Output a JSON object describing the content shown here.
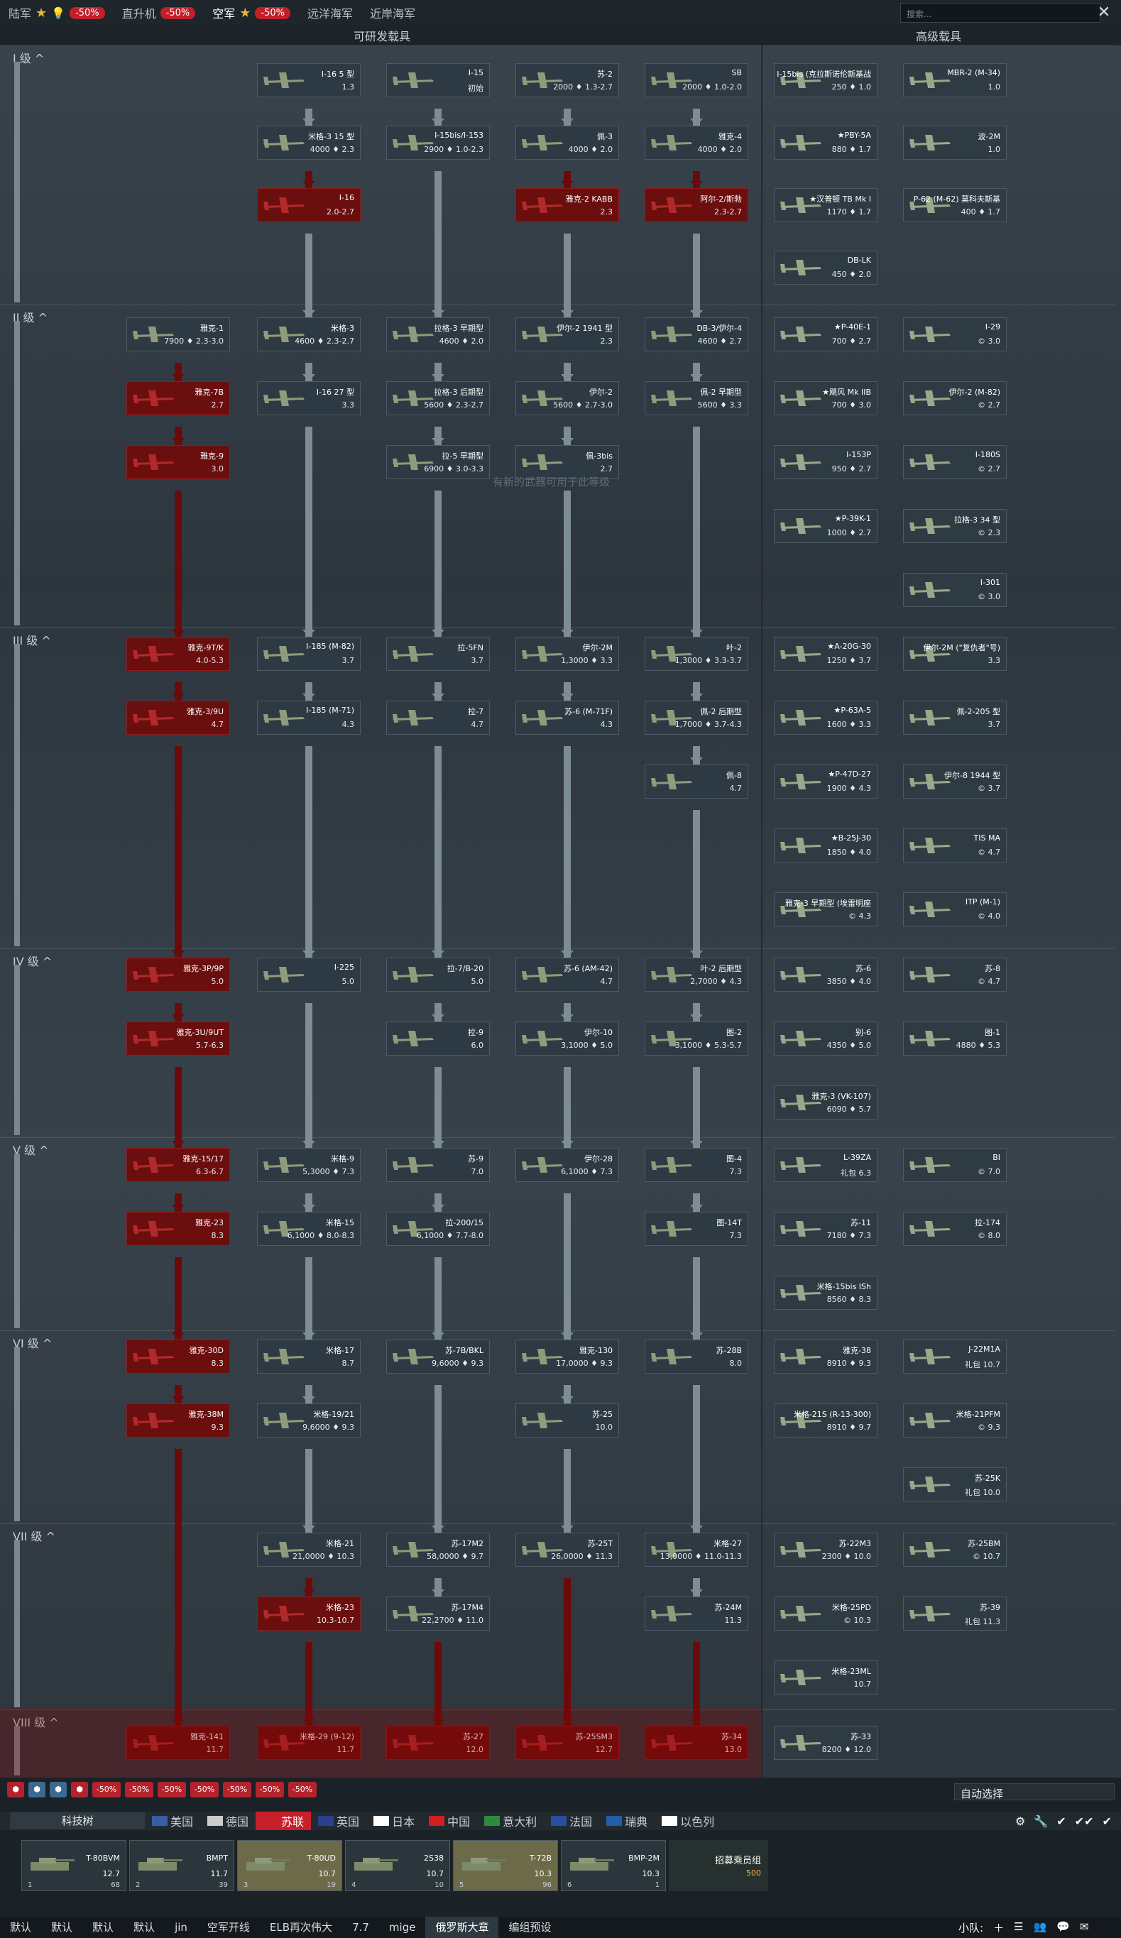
{
  "nav": {
    "tabs": [
      {
        "label": "陆军",
        "disc": "-50%"
      },
      {
        "label": "直升机",
        "disc": "-50%"
      },
      {
        "label": "空军",
        "disc": "-50%"
      },
      {
        "label": "远洋海军"
      },
      {
        "label": "近岸海军"
      }
    ],
    "search_placeholder": "搜索..."
  },
  "headers": {
    "researchable": "可研发载具",
    "premium": "高级载具"
  },
  "ranks": [
    "I 级",
    "II 级",
    "III 级",
    "IV 级",
    "V 级",
    "VI 级",
    "VII 级",
    "VIII 级"
  ],
  "watermark": "有新的武器可用于此等级",
  "vehicles": [
    {
      "name": "I-16 5 型",
      "br": "1.3"
    },
    {
      "name": "I-15",
      "br": "初始"
    },
    {
      "name": "苏-2",
      "br": "2000 ♦ 1.3-2.7"
    },
    {
      "name": "SB",
      "br": "2000 ♦ 1.0-2.0"
    },
    {
      "name": "I-15bis (克拉斯诺伦斯基战",
      "br": "250 ♦ 1.0"
    },
    {
      "name": "MBR-2 (M-34)",
      "br": "1.0"
    },
    {
      "name": "米格-3 15 型",
      "br": "4000 ♦ 2.3"
    },
    {
      "name": "I-15bis/I-153",
      "br": "2900 ♦ 1.0-2.3"
    },
    {
      "name": "佩-3",
      "br": "4000 ♦ 2.0"
    },
    {
      "name": "雅克-4",
      "br": "4000 ♦ 2.0"
    },
    {
      "name": "★PBY-5A",
      "br": "880 ♦ 1.7"
    },
    {
      "name": "波-2M",
      "br": "1.0"
    },
    {
      "name": "I-16",
      "br": "2.0-2.7"
    },
    {
      "name": "雅克-2 KABB",
      "br": "2.3"
    },
    {
      "name": "阿尔-2/斯勃",
      "br": "2.3-2.7"
    },
    {
      "name": "★汉普顿 TB Mk I",
      "br": "1170 ♦ 1.7"
    },
    {
      "name": "P-62 (M-62) 莫科夫斯基",
      "br": "400 ♦ 1.7"
    },
    {
      "name": "DB-LK",
      "br": "450 ♦ 2.0"
    },
    {
      "name": "雅克-1",
      "br": "7900 ♦ 2.3-3.0"
    },
    {
      "name": "米格-3",
      "br": "4600 ♦ 2.3-2.7"
    },
    {
      "name": "拉格-3 早期型",
      "br": "4600 ♦ 2.0"
    },
    {
      "name": "伊尔-2 1941 型",
      "br": "2.3"
    },
    {
      "name": "DB-3/伊尔-4",
      "br": "4600 ♦ 2.7"
    },
    {
      "name": "★P-40E-1",
      "br": "700 ♦ 2.7"
    },
    {
      "name": "I-29",
      "br": "© 3.0"
    },
    {
      "name": "雅克-7B",
      "br": "2.7"
    },
    {
      "name": "I-16 27 型",
      "br": "3.3"
    },
    {
      "name": "拉格-3 后期型",
      "br": "5600 ♦ 2.3-2.7"
    },
    {
      "name": "伊尔-2",
      "br": "5600 ♦ 2.7-3.0"
    },
    {
      "name": "佩-2 早期型",
      "br": "5600 ♦ 3.3"
    },
    {
      "name": "★飓风 Mk IIB",
      "br": "700 ♦ 3.0"
    },
    {
      "name": "伊尔-2 (M-82)",
      "br": "© 2.7"
    },
    {
      "name": "雅克-9",
      "br": "3.0"
    },
    {
      "name": "拉-5 早期型",
      "br": "6900 ♦ 3.0-3.3"
    },
    {
      "name": "佩-3bis",
      "br": "2.7"
    },
    {
      "name": "I-153P",
      "br": "950 ♦ 2.7"
    },
    {
      "name": "I-180S",
      "br": "© 2.7"
    },
    {
      "name": "★P-39K-1",
      "br": "1000 ♦ 2.7"
    },
    {
      "name": "拉格-3 34 型",
      "br": "© 2.3"
    },
    {
      "name": "I-301",
      "br": "© 3.0"
    },
    {
      "name": "雅克-9T/K",
      "br": "4.0-5.3"
    },
    {
      "name": "I-185 (M-82)",
      "br": "3.7"
    },
    {
      "name": "拉-5FN",
      "br": "3.7"
    },
    {
      "name": "伊尔-2M",
      "br": "1,3000 ♦ 3.3"
    },
    {
      "name": "叶-2",
      "br": "1,3000 ♦ 3.3-3.7"
    },
    {
      "name": "★A-20G-30",
      "br": "1250 ♦ 3.7"
    },
    {
      "name": "伊尔-2M (\"复仇者\"号)",
      "br": "3.3"
    },
    {
      "name": "雅克-3/9U",
      "br": "4.7"
    },
    {
      "name": "I-185 (M-71)",
      "br": "4.3"
    },
    {
      "name": "拉-7",
      "br": "4.7"
    },
    {
      "name": "苏-6 (M-71F)",
      "br": "4.3"
    },
    {
      "name": "佩-2 后期型",
      "br": "1,7000 ♦ 3.7-4.3"
    },
    {
      "name": "★P-63A-5",
      "br": "1600 ♦ 3.3"
    },
    {
      "name": "佩-2-205 型",
      "br": "3.7"
    },
    {
      "name": "佩-8",
      "br": "4.7"
    },
    {
      "name": "★P-47D-27",
      "br": "1900 ♦ 4.3"
    },
    {
      "name": "伊尔-8 1944 型",
      "br": "© 3.7"
    },
    {
      "name": "★B-25J-30",
      "br": "1850 ♦ 4.0"
    },
    {
      "name": "TIS MA",
      "br": "© 4.7"
    },
    {
      "name": "雅克-3 早期型 (埃雷明座",
      "br": "© 4.3"
    },
    {
      "name": "ITP (M-1)",
      "br": "© 4.0"
    },
    {
      "name": "雅克-3P/9P",
      "br": "5.0"
    },
    {
      "name": "I-225",
      "br": "5.0"
    },
    {
      "name": "拉-7/B-20",
      "br": "5.0"
    },
    {
      "name": "苏-6 (AM-42)",
      "br": "4.7"
    },
    {
      "name": "叶-2 后期型",
      "br": "2,7000 ♦ 4.3"
    },
    {
      "name": "苏-6",
      "br": "3850 ♦ 4.0"
    },
    {
      "name": "苏-8",
      "br": "© 4.7"
    },
    {
      "name": "雅克-3U/9UT",
      "br": "5.7-6.3"
    },
    {
      "name": "拉-9",
      "br": "6.0"
    },
    {
      "name": "伊尔-10",
      "br": "3,1000 ♦ 5.0"
    },
    {
      "name": "图-2",
      "br": "3,1000 ♦ 5.3-5.7"
    },
    {
      "name": "别-6",
      "br": "4350 ♦ 5.0"
    },
    {
      "name": "图-1",
      "br": "4880 ♦ 5.3"
    },
    {
      "name": "雅克-3 (VK-107)",
      "br": "6090 ♦ 5.7"
    },
    {
      "name": "雅克-15/17",
      "br": "6.3-6.7"
    },
    {
      "name": "米格-9",
      "br": "5,3000 ♦ 7.3"
    },
    {
      "name": "苏-9",
      "br": "7.0"
    },
    {
      "name": "伊尔-28",
      "br": "6,1000 ♦ 7.3"
    },
    {
      "name": "图-4",
      "br": "7.3"
    },
    {
      "name": "L-39ZA",
      "br": "礼包 6.3"
    },
    {
      "name": "BI",
      "br": "© 7.0"
    },
    {
      "name": "雅克-23",
      "br": "8.3"
    },
    {
      "name": "米格-15",
      "br": "6,1000 ♦ 8.0-8.3"
    },
    {
      "name": "拉-200/15",
      "br": "6,1000 ♦ 7.7-8.0"
    },
    {
      "name": "图-14T",
      "br": "7.3"
    },
    {
      "name": "苏-11",
      "br": "7180 ♦ 7.3"
    },
    {
      "name": "拉-174",
      "br": "© 8.0"
    },
    {
      "name": "米格-15bis ISh",
      "br": "8560 ♦ 8.3"
    },
    {
      "name": "雅克-30D",
      "br": "8.3"
    },
    {
      "name": "米格-17",
      "br": "8.7"
    },
    {
      "name": "苏-7B/BKL",
      "br": "9,6000 ♦ 9.3"
    },
    {
      "name": "雅克-130",
      "br": "17,0000 ♦ 9.3"
    },
    {
      "name": "苏-28B",
      "br": "8.0"
    },
    {
      "name": "雅克-38",
      "br": "8910 ♦ 9.3"
    },
    {
      "name": "J-22M1A",
      "br": "礼包 10.7"
    },
    {
      "name": "雅克-38M",
      "br": "9.3"
    },
    {
      "name": "米格-19/21",
      "br": "9,6000 ♦ 9.3"
    },
    {
      "name": "苏-25",
      "br": "10.0"
    },
    {
      "name": "米格-21S (R-13-300)",
      "br": "8910 ♦ 9.7"
    },
    {
      "name": "米格-21PFM",
      "br": "© 9.3"
    },
    {
      "name": "苏-25K",
      "br": "礼包 10.0"
    },
    {
      "name": "米格-21",
      "br": "21,0000 ♦ 10.3"
    },
    {
      "name": "苏-17M2",
      "br": "58,0000 ♦ 9.7"
    },
    {
      "name": "苏-25T",
      "br": "26,0000 ♦ 11.3"
    },
    {
      "name": "米格-27",
      "br": "13,0000 ♦ 11.0-11.3"
    },
    {
      "name": "苏-22M3",
      "br": "2300 ♦ 10.0"
    },
    {
      "name": "苏-25BM",
      "br": "© 10.7"
    },
    {
      "name": "米格-23",
      "br": "10.3-10.7"
    },
    {
      "name": "苏-17M4",
      "br": "22,2700 ♦ 11.0"
    },
    {
      "name": "苏-24M",
      "br": "11.3"
    },
    {
      "name": "米格-25PD",
      "br": "© 10.3"
    },
    {
      "name": "苏-39",
      "br": "礼包 11.3"
    },
    {
      "name": "米格-23ML",
      "br": "10.7"
    },
    {
      "name": "雅克-141",
      "br": "11.7"
    },
    {
      "name": "米格-29 (9-12)",
      "br": "11.7"
    },
    {
      "name": "苏-27",
      "br": "12.0"
    },
    {
      "name": "苏-25SM3",
      "br": "12.7"
    },
    {
      "name": "苏-34",
      "br": "13.0"
    },
    {
      "name": "苏-33",
      "br": "8200 ♦ 12.0"
    }
  ],
  "bottom": {
    "auto": "自动选择",
    "techtree": "科技树",
    "countries": [
      {
        "label": "美国"
      },
      {
        "label": "德国"
      },
      {
        "label": "苏联"
      },
      {
        "label": "英国"
      },
      {
        "label": "日本"
      },
      {
        "label": "中国"
      },
      {
        "label": "意大利"
      },
      {
        "label": "法国"
      },
      {
        "label": "瑞典"
      },
      {
        "label": "以色列"
      }
    ],
    "filters": [
      "-50%",
      "-50%",
      "-50%",
      "-50%",
      "-50%",
      "-50%",
      "-50%"
    ],
    "crew": [
      {
        "name": "T-80BVM",
        "br": "12.7",
        "idx": "1",
        "cnt": "68"
      },
      {
        "name": "BMPT",
        "br": "11.7",
        "idx": "2",
        "cnt": "39"
      },
      {
        "name": "T-80UD",
        "br": "10.7",
        "idx": "3",
        "cnt": "19"
      },
      {
        "name": "2S38",
        "br": "10.7",
        "idx": "4",
        "cnt": "10"
      },
      {
        "name": "T-72B",
        "br": "10.3",
        "idx": "5",
        "cnt": "96"
      },
      {
        "name": "BMP-2M",
        "br": "10.3",
        "idx": "6",
        "cnt": "1"
      }
    ],
    "recruit": {
      "label": "招募乘员组",
      "value": "500"
    },
    "status": [
      "默认",
      "默认",
      "默认",
      "默认",
      "jin",
      "空军开线",
      "ELB再次伟大",
      "7.7",
      "mige",
      "俄罗斯大章",
      "编组预设"
    ],
    "user": "小队:"
  },
  "colors": {
    "accent": "#c7202a",
    "card": "#2d3a44",
    "red_card": "#6b0e0e"
  }
}
